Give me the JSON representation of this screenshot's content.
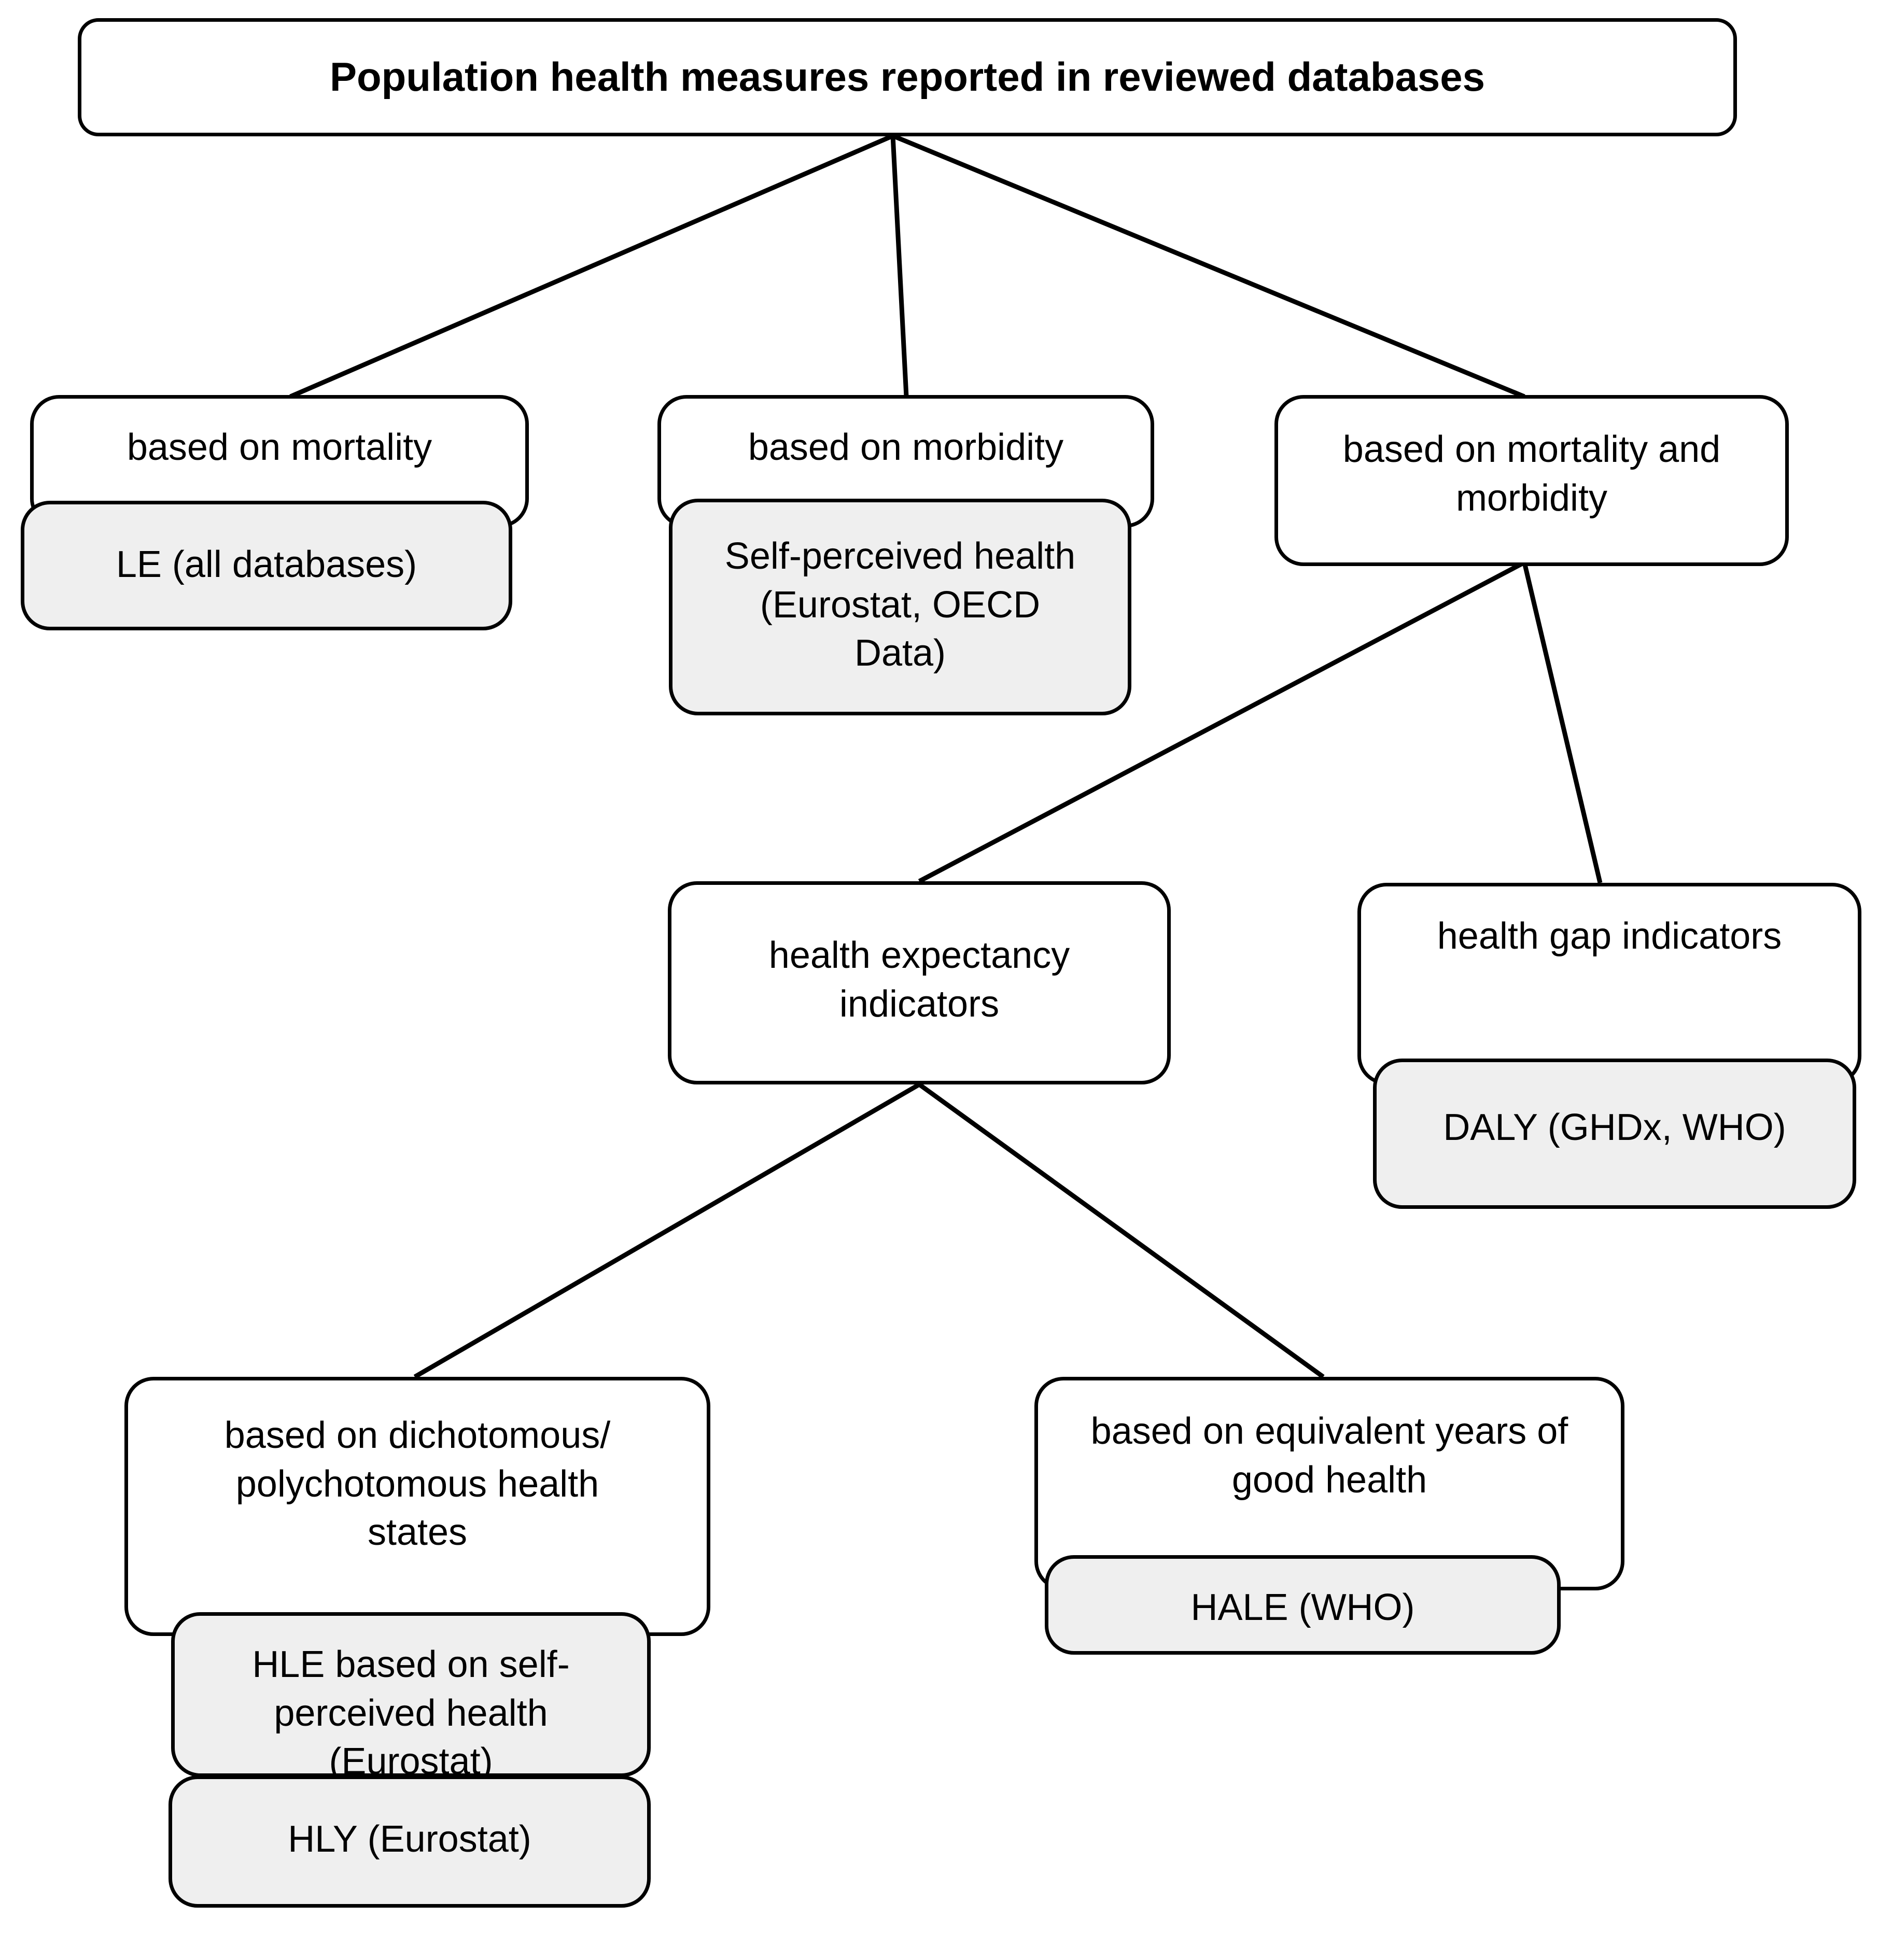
{
  "diagram": {
    "title": "Population health measures reported in reviewed databases",
    "orientation": "top-down tree",
    "palette": {
      "background": "#ffffff",
      "node_fill": "#ffffff",
      "leaf_fill": "#efefef",
      "stroke": "#000000",
      "text": "#000000"
    },
    "nodes": {
      "root": {
        "label": "Population health measures reported in reviewed databases"
      },
      "mortality": {
        "label": "based on mortality"
      },
      "le": {
        "label": "LE (all databases)"
      },
      "morbidity": {
        "label": "based on morbidity"
      },
      "self_perceived": {
        "label": "Self-perceived health\n(Eurostat, OECD\nData)"
      },
      "mortality_morbidity": {
        "label": "based on mortality and\nmorbidity"
      },
      "health_expectancy": {
        "label": "health expectancy\nindicators"
      },
      "health_gap": {
        "label": "health gap indicators"
      },
      "daly": {
        "label": "DALY (GHDx, WHO)"
      },
      "dichotomous": {
        "label": "based on dichotomous/\npolychotomous health\nstates"
      },
      "hle": {
        "label": "HLE based on self-\nperceived health\n(Eurostat)"
      },
      "hly": {
        "label": "HLY (Eurostat)"
      },
      "equivalent_years": {
        "label": "based on equivalent years of\ngood health"
      },
      "hale": {
        "label": "HALE (WHO)"
      }
    },
    "edges": [
      {
        "from": "root",
        "to": "mortality"
      },
      {
        "from": "root",
        "to": "morbidity"
      },
      {
        "from": "root",
        "to": "mortality_morbidity"
      },
      {
        "from": "mortality_morbidity",
        "to": "health_expectancy"
      },
      {
        "from": "mortality_morbidity",
        "to": "health_gap"
      },
      {
        "from": "health_expectancy",
        "to": "dichotomous"
      },
      {
        "from": "health_expectancy",
        "to": "equivalent_years"
      }
    ]
  }
}
